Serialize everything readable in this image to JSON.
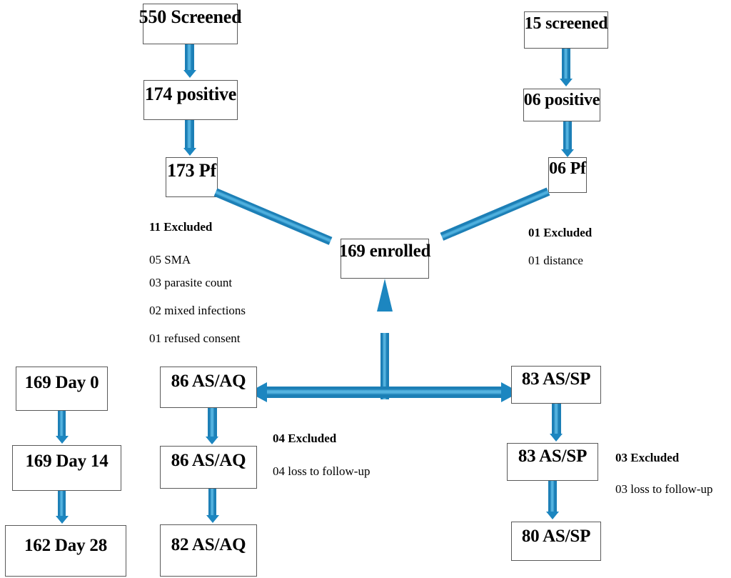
{
  "diagram": {
    "title": "Malaria trial enrolment and follow-up flow chart",
    "accent_color": "#1c86c0",
    "box_border_color": "#595959",
    "background": "#ffffff"
  },
  "nodes": {
    "screened_550": "550 Screened",
    "positive_174": "174 positive",
    "pf_173": "173 Pf",
    "screened_15": "15 screened",
    "positive_06": "06 positive",
    "pf_06": "06 Pf",
    "enrolled_169": "169 enrolled",
    "day0_169": "169 Day 0",
    "day14_169": "169 Day 14",
    "day28_162": "162 Day 28",
    "asaq_86_a": "86 AS/AQ",
    "asaq_86_b": "86 AS/AQ",
    "asaq_82": "82 AS/AQ",
    "assp_83_a": "83 AS/SP",
    "assp_83_b": "83 AS/SP",
    "assp_80": "80 AS/SP"
  },
  "notes": {
    "left_excluded": {
      "heading": "11 Excluded",
      "reasons": [
        "05 SMA",
        "03 parasite count",
        "02 mixed infections",
        "01 refused consent"
      ]
    },
    "right_excluded": {
      "heading": "01 Excluded",
      "reasons": [
        "01 distance"
      ]
    },
    "asaq_excluded": {
      "heading": "04 Excluded",
      "reasons": [
        "04 loss to follow-up"
      ]
    },
    "assp_excluded": {
      "heading": "03 Excluded",
      "reasons": [
        "03 loss to follow-up"
      ]
    }
  },
  "chart_data": {
    "type": "diagram",
    "flow": "CONSORT-style participant flow",
    "branches": [
      {
        "site": "site-1",
        "screened": 550,
        "positive": 174,
        "pf": 173,
        "excluded": 11
      },
      {
        "site": "site-2",
        "screened": 15,
        "positive": 6,
        "pf": 6,
        "excluded": 1
      }
    ],
    "enrolled": 169,
    "arms": [
      {
        "name": "AS/AQ",
        "day0": 86,
        "day14": 86,
        "day28": 82,
        "excluded": 4
      },
      {
        "name": "AS/SP",
        "day0": 83,
        "day14": 83,
        "day28": 80,
        "excluded": 3
      }
    ],
    "overall_followup": {
      "day0": 169,
      "day14": 169,
      "day28": 162
    }
  }
}
